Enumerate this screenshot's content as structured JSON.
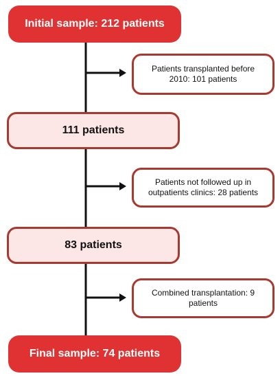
{
  "flowchart": {
    "initial": "Initial sample: 212 patients",
    "exclusion_1": "Patients transplanted before 2010: 101 patients",
    "step_1": "111 patients",
    "exclusion_2": "Patients not followed up in outpatients clinics: 28 patients",
    "step_2": "83 patients",
    "exclusion_3": "Combined transplantation: 9 patients",
    "final": "Final sample: 74 patients"
  },
  "colors": {
    "terminal_fill": "#e03232",
    "step_fill": "#fde6e6",
    "border": "#a8392f",
    "connector": "#111111"
  }
}
